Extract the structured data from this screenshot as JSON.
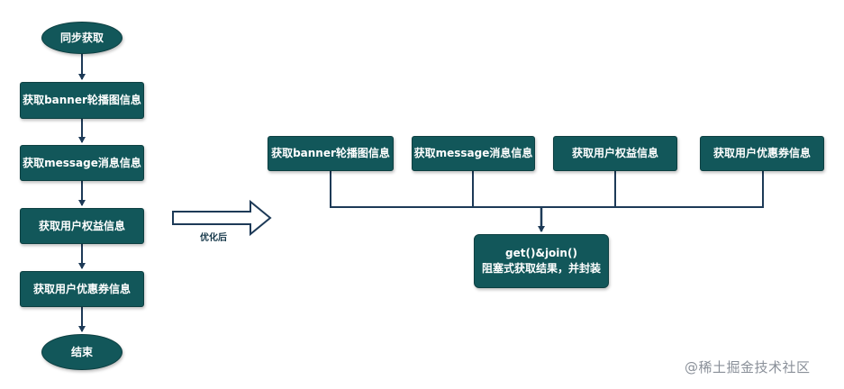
{
  "flow_before": {
    "start": "同步获取",
    "steps": [
      "获取banner轮播图信息",
      "获取message消息信息",
      "获取用户权益信息",
      "获取用户优惠券信息"
    ],
    "end": "结束"
  },
  "transition": {
    "label": "优化后"
  },
  "flow_after": {
    "parallel_steps": [
      "获取banner轮播图信息",
      "获取message消息信息",
      "获取用户权益信息",
      "获取用户优惠券信息"
    ],
    "merge_line1": "get()&join()",
    "merge_line2": "阻塞式获取结果，并封装"
  },
  "watermark": "@稀土掘金技术社区",
  "colors": {
    "node_fill": "#12575a",
    "connector": "#1d3a57"
  }
}
